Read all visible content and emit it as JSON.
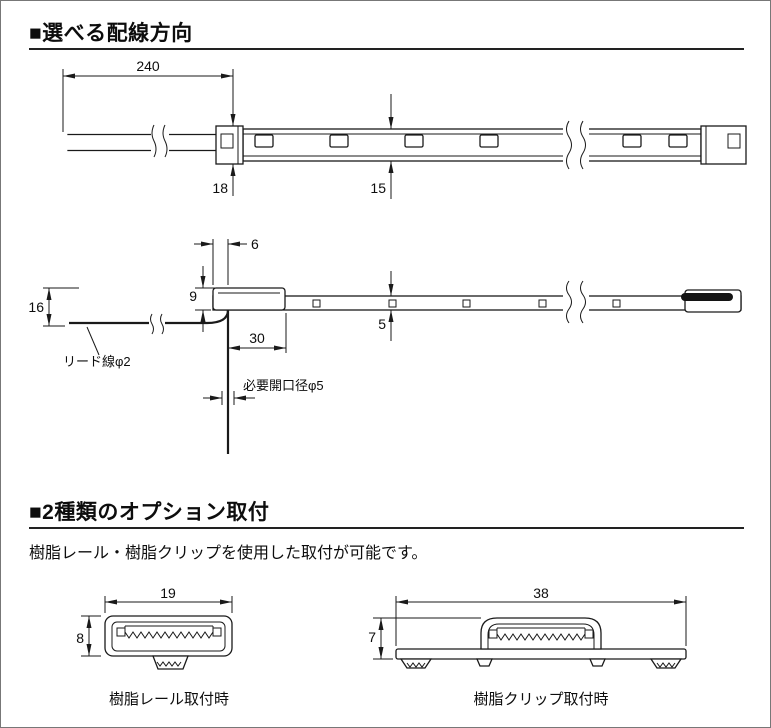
{
  "page": {
    "bg": "#ffffff",
    "line_color": "#1a1a1a"
  },
  "wiring_section": {
    "heading": "■選べる配線方向",
    "top_view": {
      "dim_length": "240",
      "dim_end_height": "18",
      "dim_body_height": "15"
    },
    "side_view": {
      "dim_cap_width": "6",
      "dim_cap_height": "9",
      "dim_total_height": "16",
      "dim_body_thickness": "5",
      "dim_exit_offset": "30",
      "lead_wire_label": "リード線φ2",
      "opening_label": "必要開口径φ5"
    }
  },
  "option_section": {
    "heading": "■2種類のオプション取付",
    "description": "樹脂レール・樹脂クリップを使用した取付が可能です。",
    "rail": {
      "dim_width": "19",
      "dim_height": "8",
      "caption": "樹脂レール取付時"
    },
    "clip": {
      "dim_width": "38",
      "dim_height": "7",
      "caption": "樹脂クリップ取付時"
    }
  }
}
